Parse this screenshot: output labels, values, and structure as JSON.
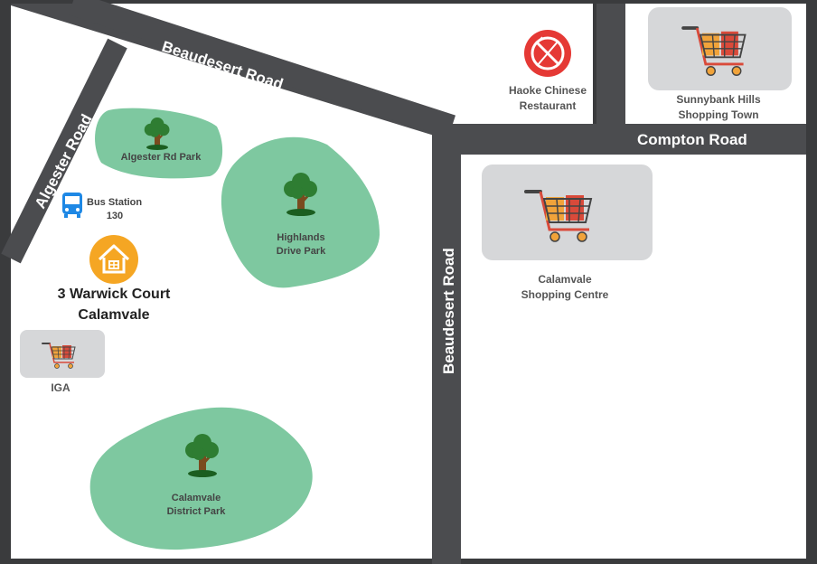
{
  "colors": {
    "frame": "#3a3b3d",
    "land": "#ffffff",
    "road": "#4b4c4f",
    "road_label": "#ffffff",
    "park": "#7ec8a0",
    "tree_trunk": "#7a4b1e",
    "tree_leaves": "#2e7d32",
    "shop_box": "#d6d7d9",
    "cart_orange": "#f1a33a",
    "cart_red": "#d94a3a",
    "restaurant_red": "#e53935",
    "home_orange": "#f5a623",
    "bus_blue": "#1e88e5",
    "text": "#444444"
  },
  "roads": {
    "beaudesert_road_top": "Beaudesert Road",
    "algester_road": "Algester Road",
    "compton_road": "Compton Road",
    "beaudesert_road_vertical": "Beaudesert Road"
  },
  "parks": {
    "algester_rd_park": {
      "label": "Algester Rd Park",
      "icon": "tree-icon"
    },
    "highlands_drive_park": {
      "line1": "Highlands",
      "line2": "Drive Park",
      "icon": "tree-icon"
    },
    "calamvale_district_park": {
      "line1": "Calamvale",
      "line2": "District Park",
      "icon": "tree-icon"
    }
  },
  "places": {
    "bus_station": {
      "line1": "Bus Station",
      "line2": "130",
      "icon": "bus-icon"
    },
    "home": {
      "line1": "3 Warwick Court",
      "line2": "Calamvale",
      "icon": "house-icon"
    },
    "iga": {
      "label": "IGA",
      "icon": "shopping-cart-icon"
    },
    "haoke": {
      "line1": "Haoke Chinese",
      "line2": "Restaurant",
      "icon": "no-dining-icon"
    },
    "sunnybank": {
      "line1": "Sunnybank Hills",
      "line2": "Shopping Town",
      "icon": "shopping-cart-icon"
    },
    "calamvale_shopping": {
      "line1": "Calamvale",
      "line2": "Shopping Centre",
      "icon": "shopping-cart-icon"
    }
  }
}
